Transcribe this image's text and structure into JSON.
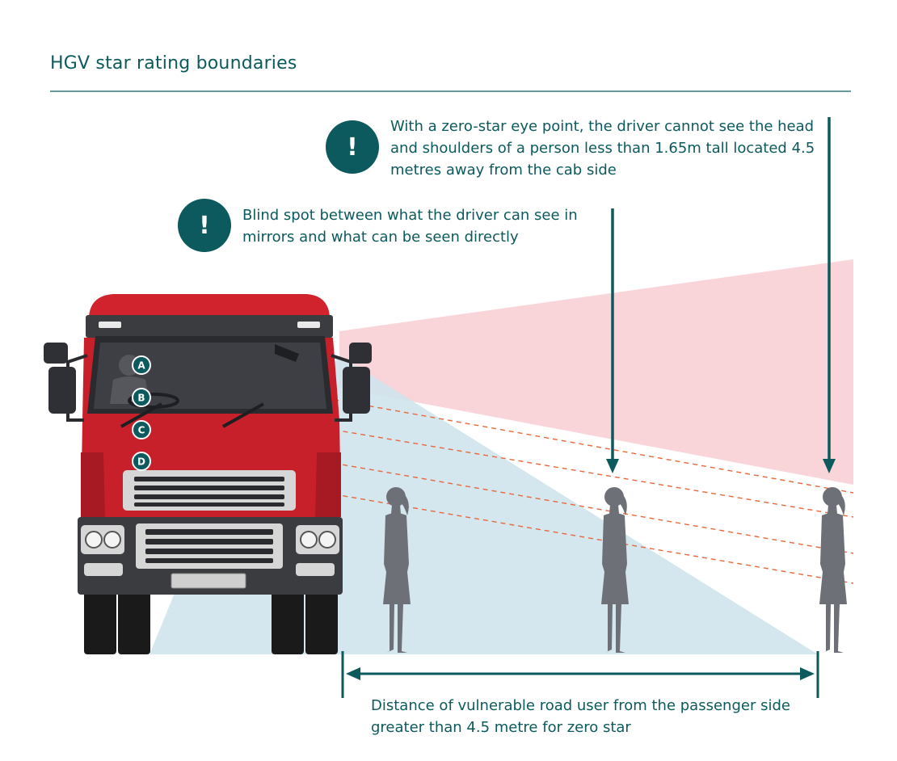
{
  "title": "HGV star rating boundaries",
  "zero_star_note": "With a zero-star eye point, the driver cannot see the head and shoulders of a person less than 1.65m tall located 4.5 metres away from the cab side",
  "blind_spot_note": "Blind spot between what the driver can see in mirrors and what can be seen directly",
  "distance_note": "Distance of vulnerable road user from the passenger side greater than 4.5 metre for zero star",
  "alert_icon_symbol": "!",
  "eye_points": [
    "A",
    "B",
    "C",
    "D"
  ],
  "colors": {
    "accent": "#0c5a5d",
    "cab_red": "#c8202a",
    "mirror_zone": "#f7c6cc",
    "direct_vision_zone": "#cfe4ec",
    "sight_line": "#e8683a",
    "pedestrian": "#6e7078"
  }
}
